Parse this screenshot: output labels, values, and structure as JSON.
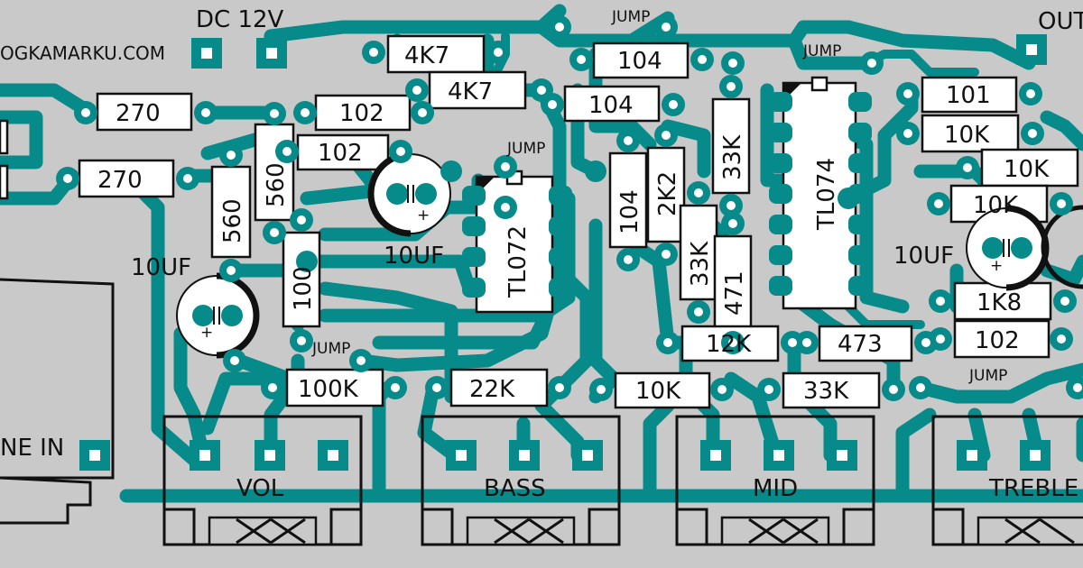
{
  "watermark": "OGKAMARKU.COM",
  "power": {
    "label": "DC 12V"
  },
  "output": {
    "label": "OUT"
  },
  "input": {
    "label": "NE IN"
  },
  "jump_label": "JUMP",
  "ics": {
    "ic1": "TL072",
    "ic2": "TL074"
  },
  "capacitors": {
    "c1": "10UF",
    "c2": "10UF",
    "c3": "10UF"
  },
  "resistors": {
    "r270a": "270",
    "r270b": "270",
    "r560a": "560",
    "r560b": "560",
    "r102a": "102",
    "r102b": "102",
    "r102c": "102",
    "r4k7a": "4K7",
    "r4k7b": "4K7",
    "r104a": "104",
    "r104b": "104",
    "r104c": "104",
    "r100": "100",
    "r100k": "100K",
    "r22k": "22K",
    "r10ka": "10K",
    "r10kb": "10K",
    "r10kc": "10K",
    "r10kd": "10K",
    "r33ka": "33K",
    "r33kb": "33K",
    "r33kc": "33K",
    "r2k2": "2K2",
    "r471": "471",
    "r12k": "12K",
    "r473": "473",
    "r101": "101",
    "r1k8": "1K8"
  },
  "pots": {
    "vol": "VOL",
    "bass": "BASS",
    "mid": "MID",
    "treble": "TREBLE"
  }
}
